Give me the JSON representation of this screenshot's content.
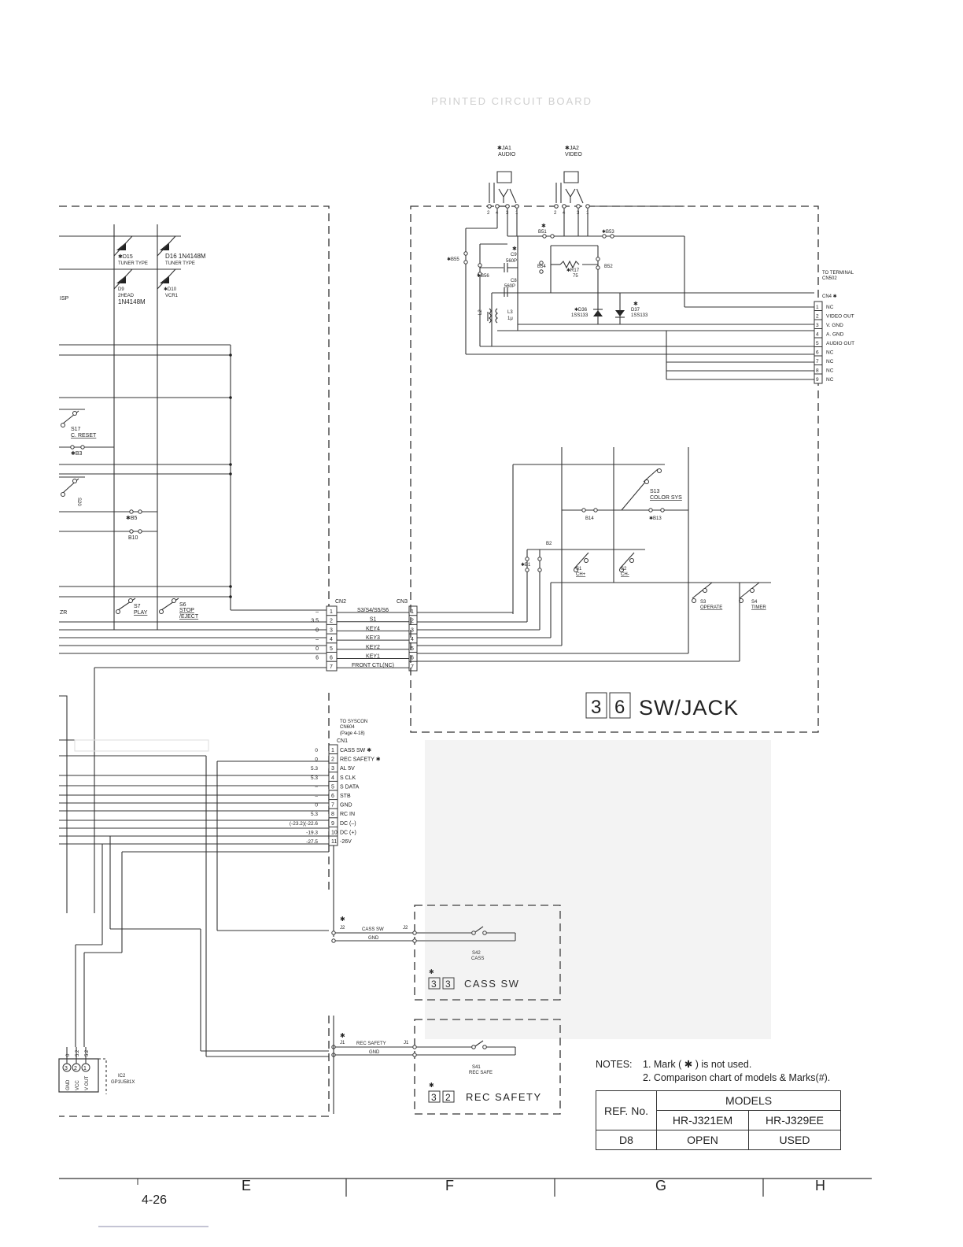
{
  "header_faint": "PRINTED CIRCUIT BOARD",
  "jacks": {
    "ja1": {
      "ref": "✱JA1",
      "label": "AUDIO"
    },
    "ja2": {
      "ref": "✱JA2",
      "label": "VIDEO"
    }
  },
  "left_parts": {
    "d15": "✱D15",
    "d15_type": "TUNER TYPE",
    "d16": "D16  1N4148M",
    "d16_type": "TUNER TYPE",
    "d9": "D9",
    "d9_note": "2HEAD",
    "d9_part": "1N4148M",
    "d10": "✱D10",
    "d10_note": "VCR1",
    "isp": "ISP",
    "s17": "S17",
    "s17_label": "C. RESET",
    "b3": "✱B3",
    "s20": "S20",
    "b5": "✱B5",
    "b10": "B10",
    "s7": "S7",
    "s7_label": "PLAY",
    "s6": "S6",
    "s6_label1": "STOP",
    "s6_label2": "/EJECT",
    "zr": "ZR"
  },
  "jack_board_parts": {
    "b51": "B51",
    "b53": "✱B53",
    "b55": "✱B55",
    "b56": "✱B56",
    "b54": "B54",
    "b52": "B52",
    "c9": "C9",
    "c9_val": "560P",
    "c8": "C8",
    "c8_val": "560P",
    "r17": "✱R17",
    "r17_val": "75",
    "d36": "✱D36",
    "d36_part": "1SS133",
    "d37": "D37",
    "d37_part": "1SS133",
    "l2": "L2",
    "l3": "L3",
    "l_val": "1μ",
    "terminal_label1": "TO TERMINAL",
    "terminal_label2": "CN502",
    "cn4": "CN4 ✱",
    "cn4_pins": [
      "NC",
      "VIDEO OUT",
      "V. GND",
      "A. GND",
      "AUDIO OUT",
      "NC",
      "NC",
      "NC",
      "NC"
    ],
    "s13": "S13",
    "s13_label": "COLOR SYS",
    "b14": "B14",
    "b13": "✱B13",
    "b2": "B2",
    "b1": "✱B1",
    "s1": "S1",
    "s1_label": "CH+",
    "s2": "S2",
    "s2_label": "CH-",
    "s3": "S3",
    "s3_label": "OPERATE",
    "s4": "S4",
    "s4_label": "TIMER"
  },
  "cn2": {
    "label": "CN2",
    "cn3_label": "CN3",
    "voltages": [
      "–",
      "3.5",
      "0",
      "–",
      "0",
      "6",
      ""
    ],
    "signals": [
      "S3/S4/S5/S6",
      "S1",
      "KEY4",
      "KEY3",
      "KEY2",
      "KEY1",
      "FRONT CTL(NC)"
    ]
  },
  "board_36": {
    "num1": "3",
    "num2": "6",
    "label": "SW/JACK"
  },
  "cn1": {
    "to1": "TO SYSCON",
    "to2": "CN604",
    "to3": "(Page 4-18)",
    "label": "CN1",
    "voltages": [
      "0",
      "0",
      "5.3",
      "5.3",
      "–",
      "–",
      "0",
      "5.3",
      "(-23.2)(-22.6",
      "-19.3",
      "-27.5"
    ],
    "signals": [
      "CASS SW ✱",
      "REC SAFETY ✱",
      "AL 5V",
      "S CLK",
      "S DATA",
      "STB",
      "GND",
      "RC IN",
      "DC (–)",
      "DC (+)",
      "-26V"
    ]
  },
  "cass_board": {
    "j2": "J2",
    "signal": "CASS SW",
    "gnd": "GND",
    "s42": "S42",
    "s42_label": "CASS",
    "num1": "3",
    "num2": "3",
    "label": "CASS  SW"
  },
  "rec_board": {
    "j1": "J1",
    "signal": "REC SAFETY",
    "gnd": "GND",
    "s41": "S41",
    "s41_label": "REC SAFE",
    "num1": "3",
    "num2": "2",
    "label": "REC  SAFETY"
  },
  "ic2": {
    "ref": "IC2",
    "part": "GP1U581X",
    "pins": [
      "GND",
      "VCC",
      "V OUT"
    ],
    "pin_volts": [
      "0",
      "5.2",
      "5.2"
    ]
  },
  "star": "✱",
  "notes": {
    "label": "NOTES:",
    "n1": "1.  Mark ( ✱ ) is not used.",
    "n2": "2.  Comparison chart of models & Marks(#)."
  },
  "models_table": {
    "ref_header": "REF. No.",
    "models_header": "MODELS",
    "model1": "HR-J321EM",
    "model2": "HR-J329EE",
    "row_ref": "D8",
    "row_v1": "OPEN",
    "row_v2": "USED"
  },
  "page_number": "4-26",
  "columns": [
    "E",
    "F",
    "G",
    "H"
  ]
}
